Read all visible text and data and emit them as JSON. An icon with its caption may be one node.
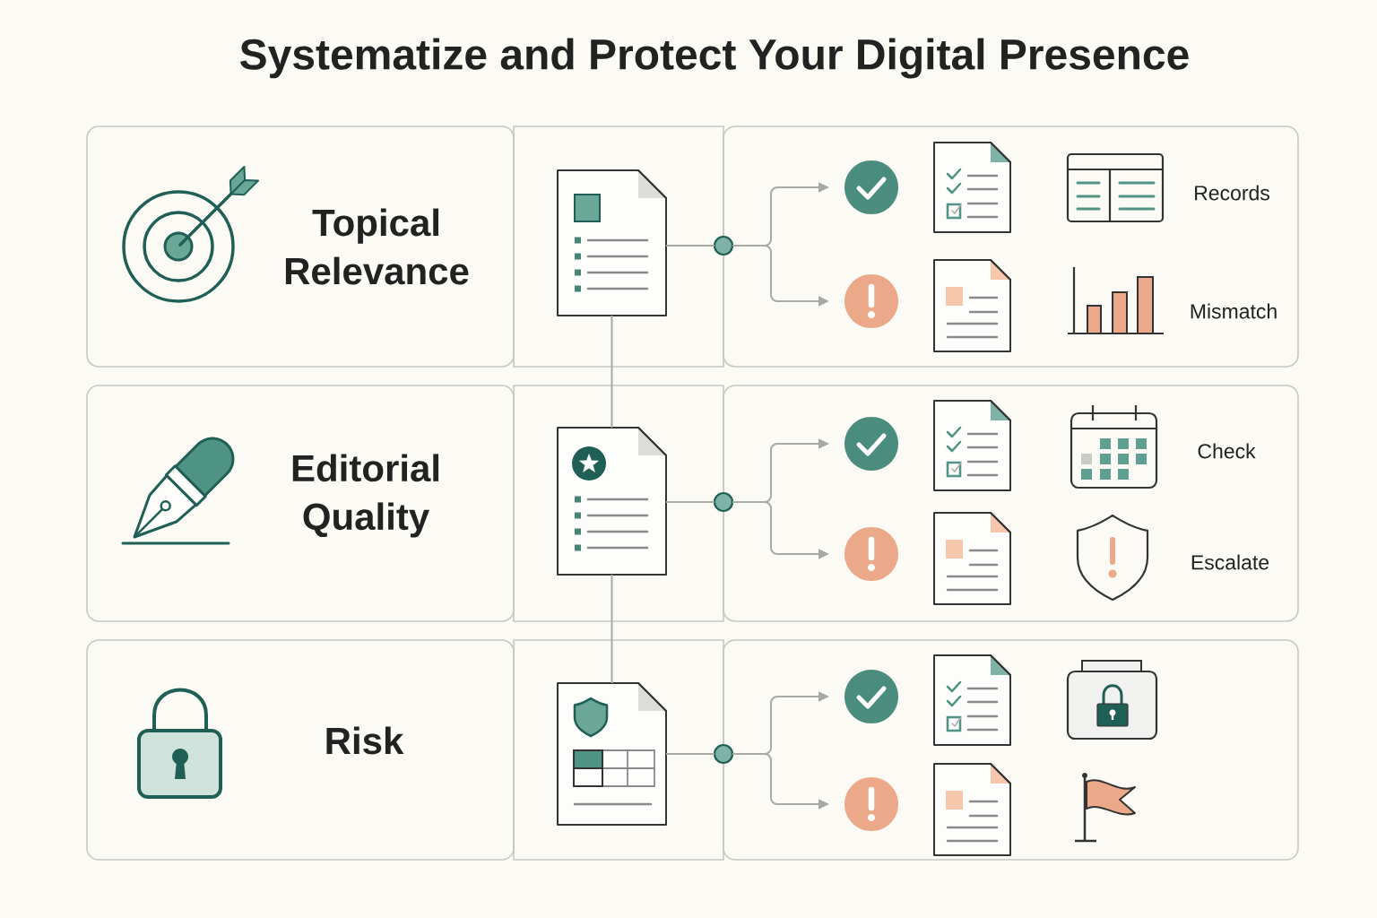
{
  "diagram": {
    "title": "Systematize and Protect Your Digital Presence",
    "nodes": [
      {
        "text": [
          "Topical Relevance"
        ]
      },
      {
        "text": [],
        "shape": "box"
      },
      {
        "text": [],
        "shape": "document",
        "in": 1
      },
      {
        "text": [],
        "shape": "circle"
      },
      {
        "text": [],
        "shape": "box"
      },
      {
        "text": [],
        "shape": "circle",
        "in": 4
      },
      {
        "text": [],
        "shape": "circle",
        "in": 4
      },
      {
        "text": [
          "Editorial Quality"
        ]
      },
      {
        "text": [],
        "shape": "box"
      },
      {
        "text": [],
        "shape": "document",
        "in": 8
      },
      {
        "text": [],
        "shape": "circle"
      },
      {
        "text": [],
        "shape": "box"
      },
      {
        "text": [],
        "shape": "circle",
        "in": 11
      },
      {
        "text": [],
        "shape": "circle",
        "in": 11
      },
      {
        "text": [
          "Risk"
        ]
      },
      {
        "text": [],
        "shape": "box"
      },
      {
        "text": [],
        "shape": "document",
        "in": 15
      },
      {
        "text": [],
        "shape": "circle"
      },
      {
        "text": [],
        "shape": "box"
      },
      {
        "text": [],
        "shape": "circle",
        "in": 18
      },
      {
        "text": [],
        "shape": "circle",
        "in": 18
      }
    ],
    "edges": [
      {
        "from": 2,
        "to": 3,
        "arrow": "none"
      },
      {
        "from": 3,
        "to": 5,
        "arrow": "to"
      },
      {
        "from": 3,
        "to": 6,
        "arrow": "to"
      },
      {
        "from": 9,
        "to": 10,
        "arrow": "none"
      },
      {
        "from": 10,
        "to": 12,
        "arrow": "to"
      },
      {
        "from": 10,
        "to": 13,
        "arrow": "to"
      },
      {
        "from": 16,
        "to": 17,
        "arrow": "none"
      },
      {
        "from": 17,
        "to": 19,
        "arrow": "to"
      },
      {
        "from": 17,
        "to": 20,
        "arrow": "to"
      },
      {
        "from": 2,
        "to": 9,
        "arrow": "none"
      },
      {
        "from": 9,
        "to": 16,
        "arrow": "none"
      }
    ],
    "labels": [
      "Records",
      "Mismatch",
      "Check",
      "Escalate"
    ]
  }
}
